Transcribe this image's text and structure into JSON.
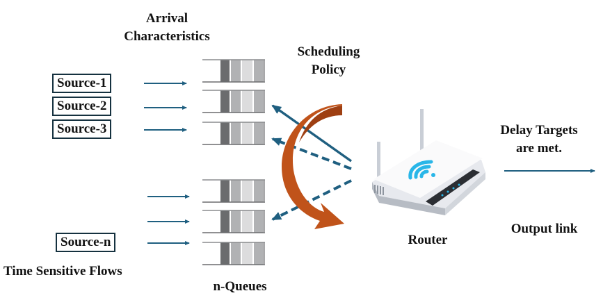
{
  "labels": {
    "arrival_line1": "Arrival",
    "arrival_line2": "Characteristics",
    "scheduling_line1": "Scheduling",
    "scheduling_line2": "Policy",
    "delay_line1": "Delay Targets",
    "delay_line2": "are met.",
    "output_link": "Output link",
    "router": "Router",
    "time_sensitive_flows": "Time Sensitive Flows",
    "n_queues": "n-Queues"
  },
  "sources": [
    {
      "label": "Source-1"
    },
    {
      "label": "Source-2"
    },
    {
      "label": "Source-3"
    },
    {
      "label": "Source-n"
    }
  ],
  "queues_count": 6,
  "colors": {
    "arrow_blue": "#1f5f80",
    "scheduling_arrow": "#c0531a",
    "box_border": "#15313f",
    "wifi_blue": "#29b6e8"
  }
}
